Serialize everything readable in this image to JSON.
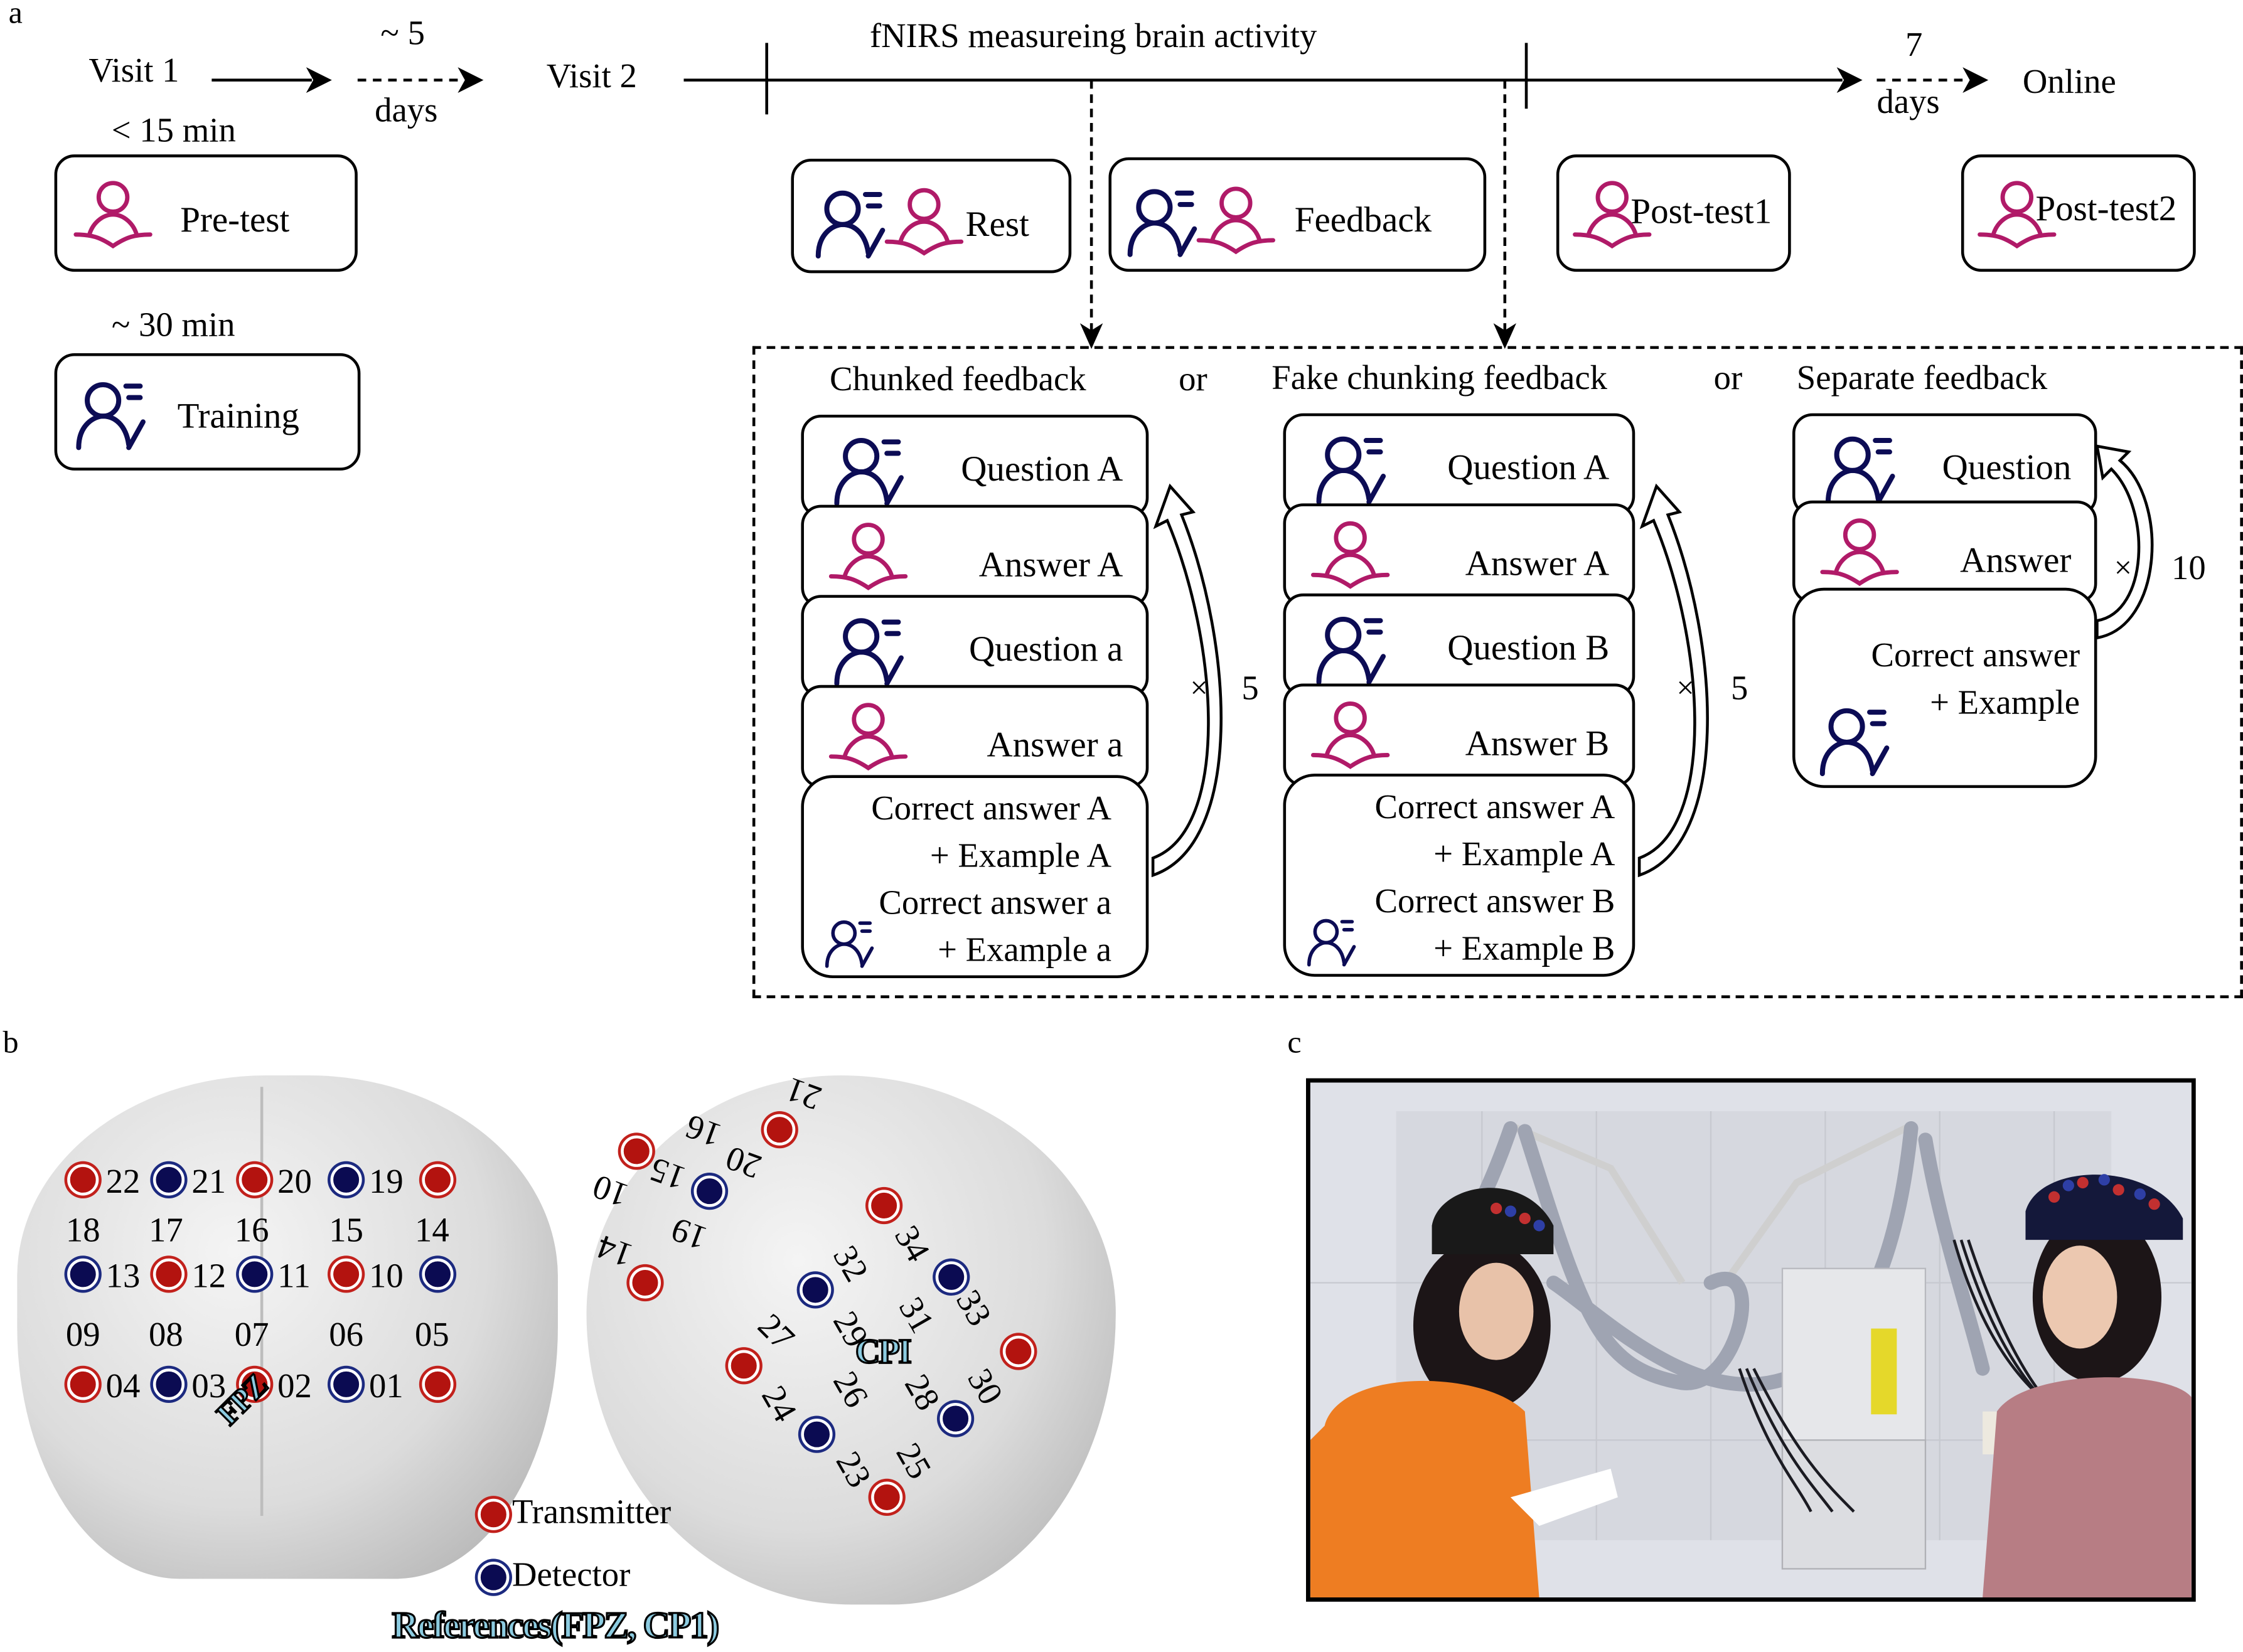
{
  "colors": {
    "teacher": "#0c0c55",
    "student": "#b01a68",
    "transmitter": "#b3130f",
    "detector": "#0b0b52",
    "reference": "#8ccbe0"
  },
  "panel_a": {
    "letter": "a",
    "timeline": {
      "visit1": "Visit 1",
      "gap1_top": "~ 5",
      "gap1_bottom": "days",
      "visit2": "Visit 2",
      "fnirs": "fNIRS measureing brain activity",
      "gap2_top": "7",
      "gap2_bottom": "days",
      "online": "Online"
    },
    "visit1_steps": [
      {
        "duration": "< 15 min",
        "label": "Pre-test",
        "icon": "student-icon"
      },
      {
        "duration": "~ 30 min",
        "label": "Training",
        "icon": "teacher-icon"
      }
    ],
    "visit2_steps": [
      {
        "label": "Rest",
        "icons": [
          "teacher-icon",
          "student-icon"
        ]
      },
      {
        "label": "Feedback",
        "icons": [
          "teacher-icon",
          "student-icon"
        ]
      },
      {
        "label": "Post-test1",
        "icons": [
          "student-icon"
        ]
      }
    ],
    "online_steps": [
      {
        "label": "Post-test2",
        "icons": [
          "student-icon"
        ]
      }
    ],
    "conditions": {
      "or1": "or",
      "or2": "or",
      "chunked": {
        "title": "Chunked feedback",
        "cards": [
          "Question A",
          "Answer A",
          "Question a",
          "Answer a"
        ],
        "final": [
          "Correct answer A",
          "+ Example A",
          "Correct answer a",
          "+ Example a"
        ],
        "repeat_x": "×",
        "repeat_n": "5"
      },
      "fake": {
        "title": "Fake chunking feedback",
        "cards": [
          "Question A",
          "Answer A",
          "Question B",
          "Answer B"
        ],
        "final": [
          "Correct answer A",
          "+ Example A",
          "Correct answer B",
          "+ Example B"
        ],
        "repeat_x": "×",
        "repeat_n": "5"
      },
      "separate": {
        "title": "Separate feedback",
        "cards": [
          "Question",
          "Answer"
        ],
        "final": [
          "Correct answer",
          "+ Example"
        ],
        "repeat_x": "×",
        "repeat_n": "10"
      }
    }
  },
  "panel_b": {
    "letter": "b",
    "front_channels": [
      "22",
      "21",
      "20",
      "19",
      "18",
      "17",
      "16",
      "15",
      "14",
      "13",
      "12",
      "11",
      "10",
      "09",
      "08",
      "07",
      "06",
      "05",
      "04",
      "03",
      "02",
      "01"
    ],
    "front_reference": "FPZ",
    "lateral_channels": [
      "21",
      "16",
      "20",
      "15",
      "10",
      "19",
      "14",
      "32",
      "34",
      "33",
      "29",
      "31",
      "27",
      "30",
      "28",
      "26",
      "24",
      "25",
      "23"
    ],
    "lateral_reference": "CPI",
    "legend": {
      "transmitter": "Transmitter",
      "detector": "Detector",
      "references": "References(FPZ, CP1)"
    }
  },
  "panel_c": {
    "letter": "c",
    "photo_description": "Two participants wearing fNIRS caps facing each other with the fNIRS device between them"
  }
}
